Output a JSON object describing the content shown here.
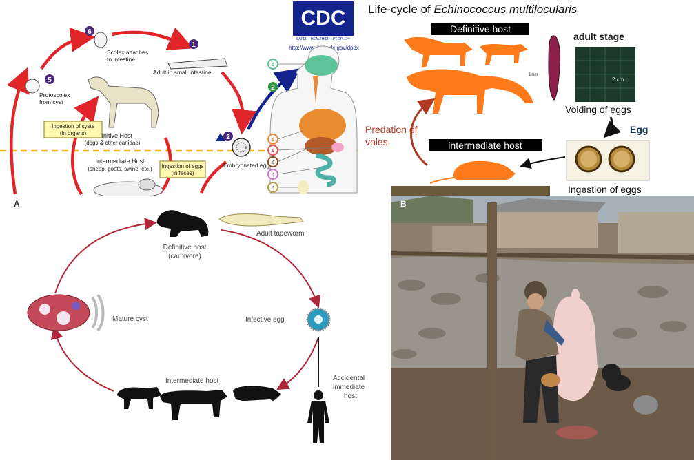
{
  "cdc_panel": {
    "logo_text": "CDC",
    "logo_tagline": "SAFER · HEALTHIER · PEOPLE™",
    "url": "http://www.dpd.cdc.gov/dpdx",
    "stages": {
      "s1": {
        "num": "1",
        "label": "Adult in small intestine"
      },
      "s2": {
        "num": "2",
        "label": "Embryonated egg in feces"
      },
      "s5": {
        "num": "5",
        "label_line1": "Protoscolex",
        "label_line2": "from cyst"
      },
      "s6": {
        "num": "6",
        "label_line1": "Scolex attaches",
        "label_line2": "to intestine"
      }
    },
    "organ_markers": [
      "4",
      "4",
      "4",
      "4",
      "4",
      "4"
    ],
    "human_stage": "2",
    "definitive_host": {
      "title": "Definitive Host",
      "subtitle": "(dogs & other canidae)"
    },
    "intermediate_host": {
      "title": "Intermediate Host",
      "subtitle": "(sheep, goats, swine, etc.)"
    },
    "box_cysts": {
      "line1": "Ingestion of cysts",
      "line2": "(in organs)"
    },
    "box_eggs": {
      "line1": "Ingestion of eggs",
      "line2": "(in feces)"
    }
  },
  "echino_panel": {
    "title_prefix": "Life-cycle of ",
    "title_species": "Echinococcus multilocularis",
    "definitive_host": "Definitive host",
    "adult_stage": "adult stage",
    "voiding": "Voiding of eggs",
    "egg": "Egg",
    "predation_line1": "Predation of",
    "predation_line2": "voles",
    "intermediate_host": "intermediate host",
    "ingestion": "Ingestion of eggs",
    "scale_1mm": "1mm",
    "scale_2cm": "2 cm"
  },
  "cycle_panel": {
    "letter": "A",
    "definitive_host_line1": "Definitive host",
    "definitive_host_line2": "(carnivore)",
    "adult_tapeworm": "Adult tapeworm",
    "infective_egg": "Infective egg",
    "mature_cyst": "Mature cyst",
    "intermediate_host": "Intermediate host",
    "accidental_line1": "Accidental",
    "accidental_line2": "immediate",
    "accidental_line3": "host"
  },
  "photo_panel": {
    "letter": "B"
  },
  "colors": {
    "cdc_red": "#e0262b",
    "cdc_blue": "#12238c",
    "stage_purple": "#4b2a7a",
    "fox_orange": "#ff7a1a",
    "cycle_crimson": "#b0273a",
    "host_yellow": "#fff6b0",
    "dashed_yellow": "#f0b800"
  }
}
